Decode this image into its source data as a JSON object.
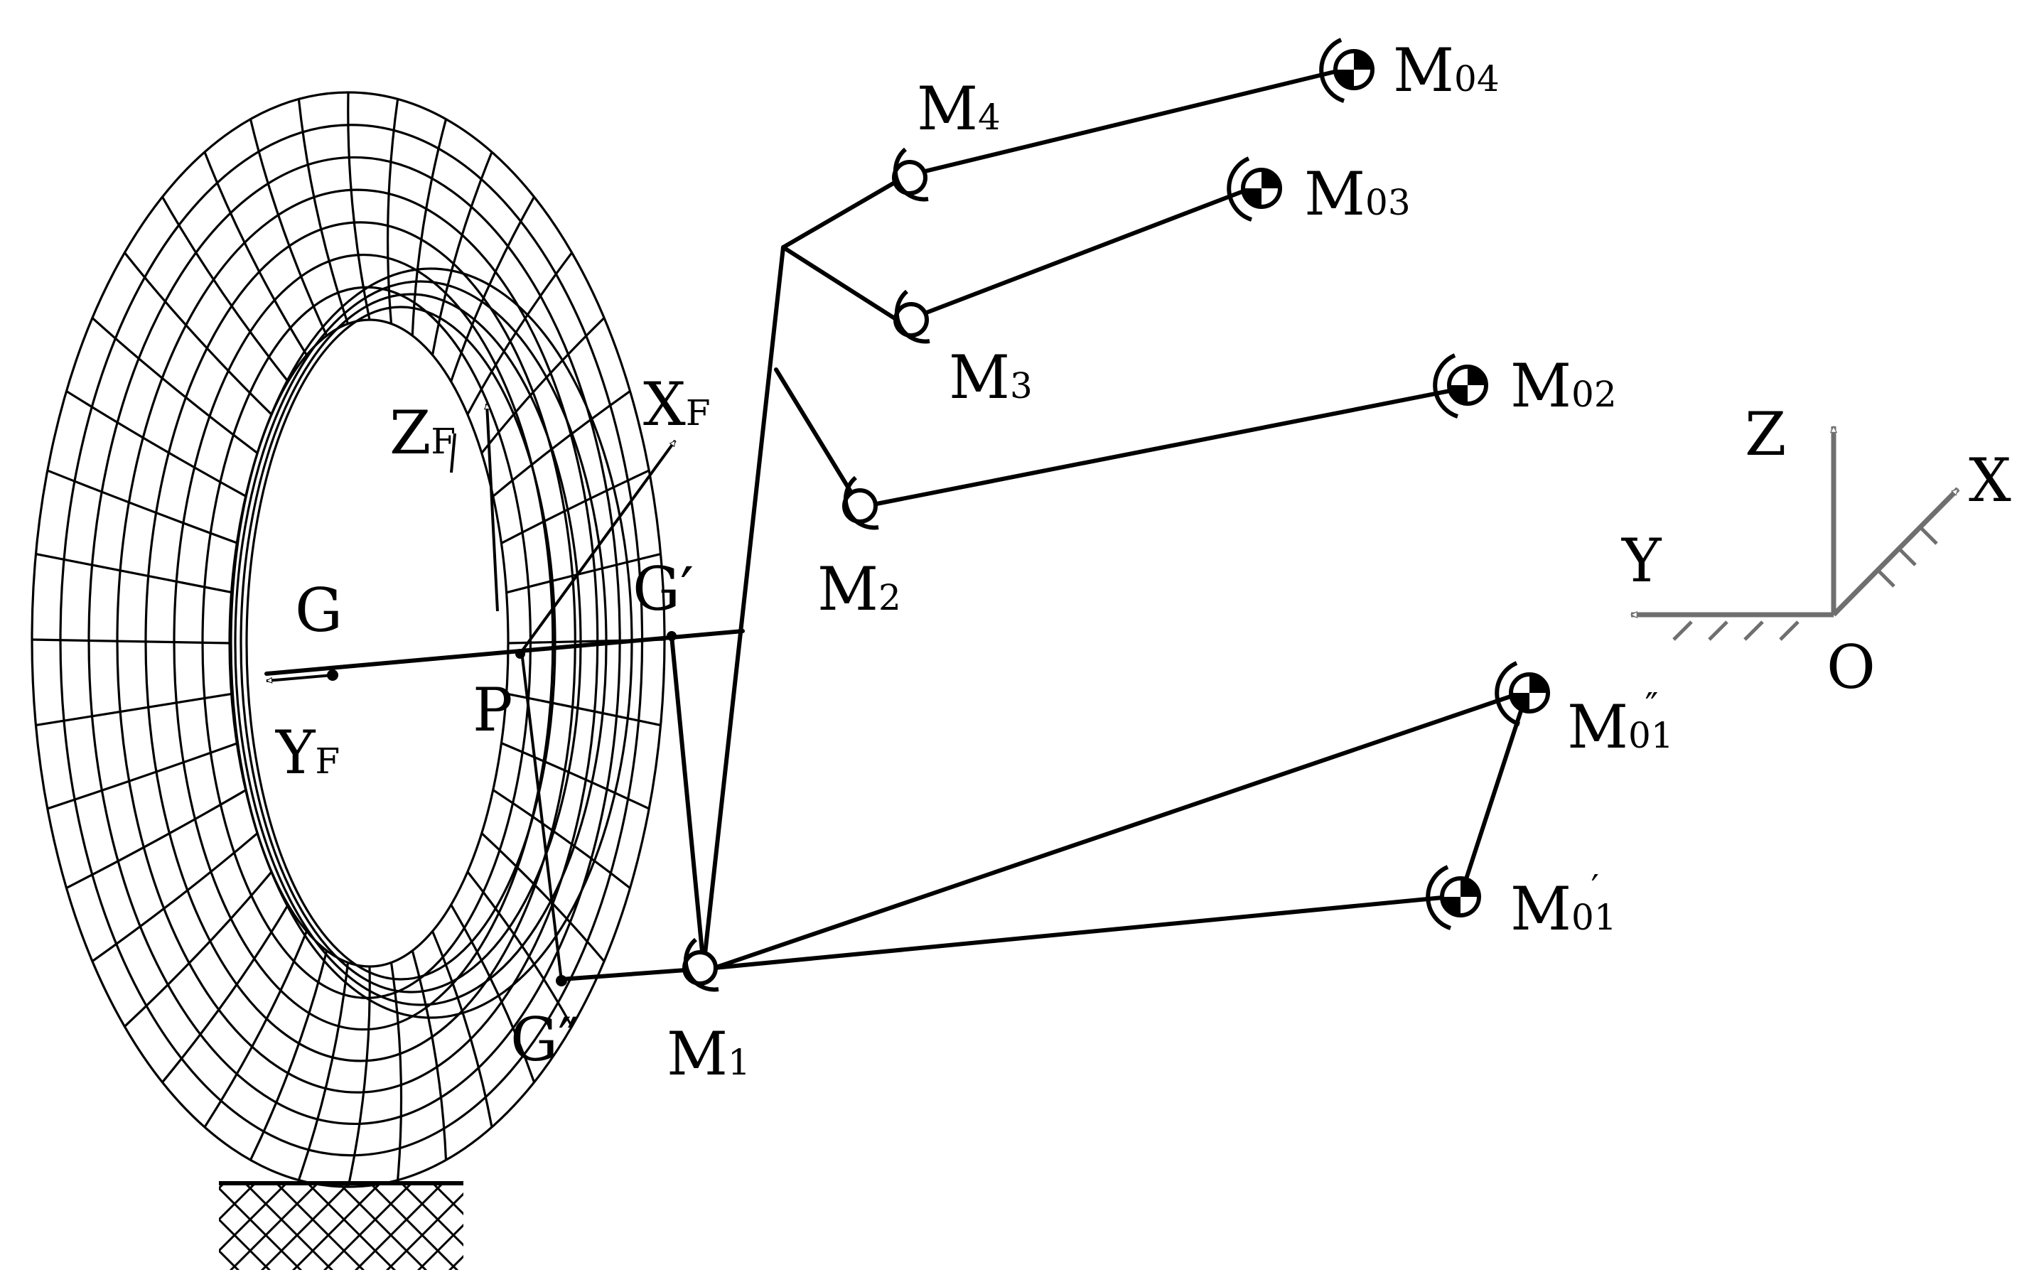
{
  "labels": {
    "M": "M",
    "G": "G",
    "Y": "Y",
    "X": "X",
    "Z": "Z",
    "O": "O",
    "P": "P",
    "sub_F": "F",
    "sub_1": "1",
    "sub_2": "2",
    "sub_3": "3",
    "sub_4": "4",
    "sub_01": "01",
    "sub_02": "02",
    "sub_03": "03",
    "sub_04": "04",
    "prime": "′",
    "dprime": "″"
  },
  "colors": {
    "ink": "#000000",
    "axis_gray": "#6f6f6f",
    "background": "#ffffff"
  },
  "icons": {
    "ball_joint": "ball-joint-icon",
    "fixed_mount": "fixed-mount-icon",
    "ground": "ground-hatch-icon"
  }
}
